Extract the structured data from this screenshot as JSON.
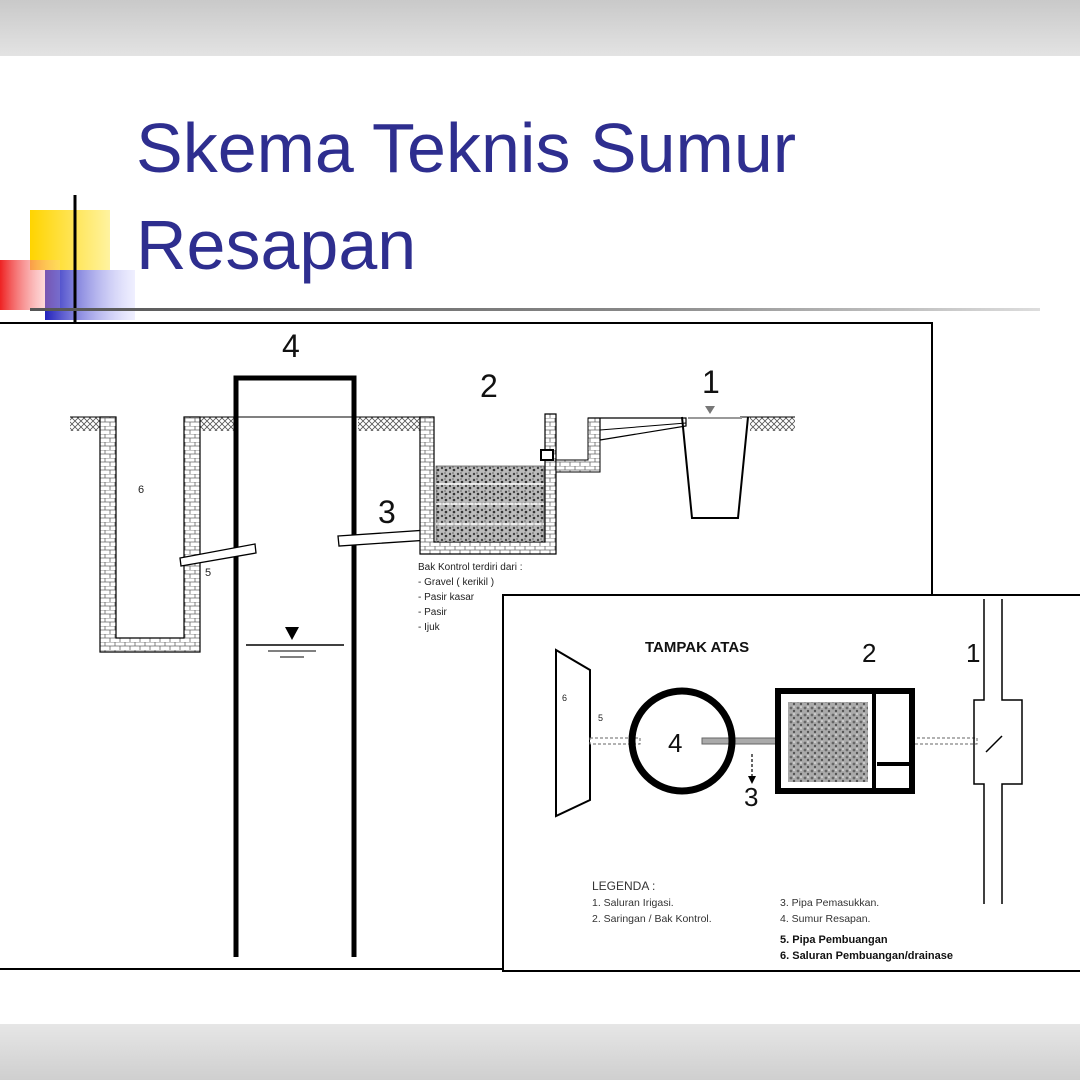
{
  "slide": {
    "title_line1": "Skema Teknis Sumur",
    "title_line2": "Resapan"
  },
  "side_view": {
    "labels": {
      "n1": "1",
      "n2": "2",
      "n3": "3",
      "n4": "4",
      "n5": "5",
      "n6": "6"
    },
    "control_box_caption": "Bak Kontrol terdiri dari :",
    "materials": [
      "- Gravel ( kerikil )",
      "- Pasir kasar",
      "- Pasir",
      "- Ijuk"
    ]
  },
  "top_view": {
    "heading": "TAMPAK ATAS",
    "labels": {
      "n1": "1",
      "n2": "2",
      "n3": "3",
      "n4": "4",
      "n5": "5",
      "n6": "6"
    },
    "legend": {
      "heading": "LEGENDA :",
      "items": [
        "1. Saluran Irigasi.",
        "2. Saringan / Bak Kontrol.",
        "3. Pipa Pemasukkan.",
        "4. Sumur Resapan.",
        "5. Pipa Pembuangan",
        "6. Saluran Pembuangan/drainase"
      ]
    }
  },
  "colors": {
    "title": "#2e2e8f",
    "deco_yellow": "#ffd400",
    "deco_blue": "#3333cc",
    "deco_red": "#ee3333"
  }
}
